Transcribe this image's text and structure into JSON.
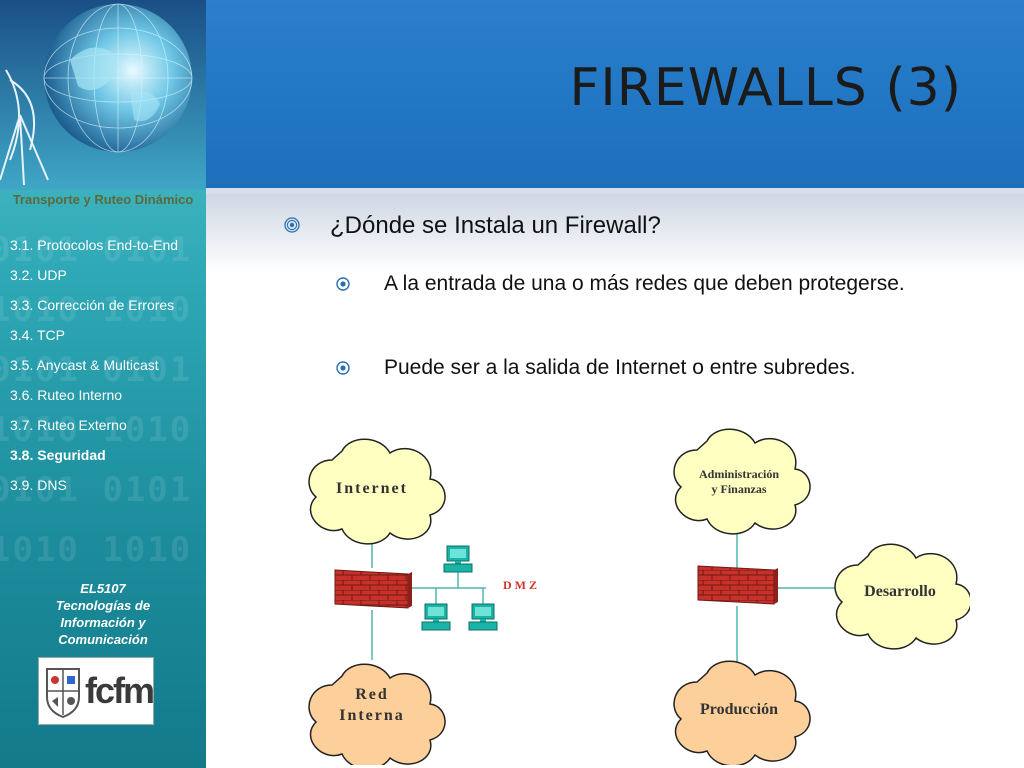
{
  "slide": {
    "title": "FIREWALLS (3)"
  },
  "sidebar": {
    "section_title": "Transporte y Ruteo Dinámico",
    "items": [
      {
        "label": "3.1.  Protocolos End-to-End"
      },
      {
        "label": "3.2. UDP"
      },
      {
        "label": "3.3. Corrección de Errores"
      },
      {
        "label": "3.4.  TCP"
      },
      {
        "label": "3.5.  Anycast & Multicast"
      },
      {
        "label": "3.6. Ruteo Interno"
      },
      {
        "label": "3.7. Ruteo Externo"
      },
      {
        "label": "3.8. Seguridad",
        "active": true
      },
      {
        "label": "3.9. DNS"
      }
    ],
    "course": [
      "EL5107",
      "Tecnologías de",
      "Información  y",
      "Comunicación"
    ],
    "logo_text": "fcfm"
  },
  "content": {
    "bullet": "¿Dónde se Instala un Firewall?",
    "subbullets": [
      "A la entrada de una o más redes que deben protegerse.",
      "Puede ser a la salida de Internet o entre subredes."
    ]
  },
  "diagram": {
    "left": {
      "top_cloud": "Internet",
      "bottom_cloud": [
        "Red",
        "Interna"
      ],
      "dmz_label": "DMZ"
    },
    "right": {
      "top_cloud": [
        "Administración",
        "y Finanzas"
      ],
      "side_cloud": "Desarrollo",
      "bottom_cloud": "Producción"
    }
  },
  "colors": {
    "header_blue": "#2176c3",
    "sidebar_teal": "#2fa9b7",
    "cloud_yellow": "#ffffc2",
    "cloud_orange": "#fccf9b",
    "firewall_red": "#c8302a",
    "computer_teal": "#19b4a6",
    "line_teal": "#4fb6b0"
  }
}
